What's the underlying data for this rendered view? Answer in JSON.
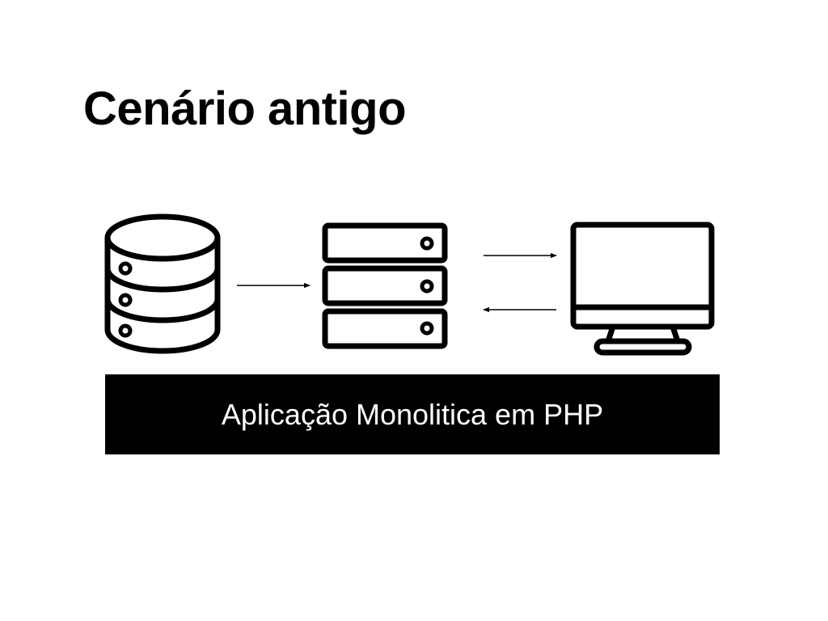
{
  "slide": {
    "title": "Cenário antigo"
  },
  "diagram": {
    "nodes": [
      {
        "id": "database",
        "icon": "database-icon"
      },
      {
        "id": "server",
        "icon": "server-rack-icon"
      },
      {
        "id": "client",
        "icon": "monitor-icon"
      }
    ],
    "edges": [
      {
        "from": "database",
        "to": "server"
      },
      {
        "from": "server",
        "to": "client"
      },
      {
        "from": "client",
        "to": "server"
      }
    ]
  },
  "banner": {
    "label": "Aplicação Monolitica em PHP",
    "background": "#000000",
    "text_color": "#ffffff"
  }
}
